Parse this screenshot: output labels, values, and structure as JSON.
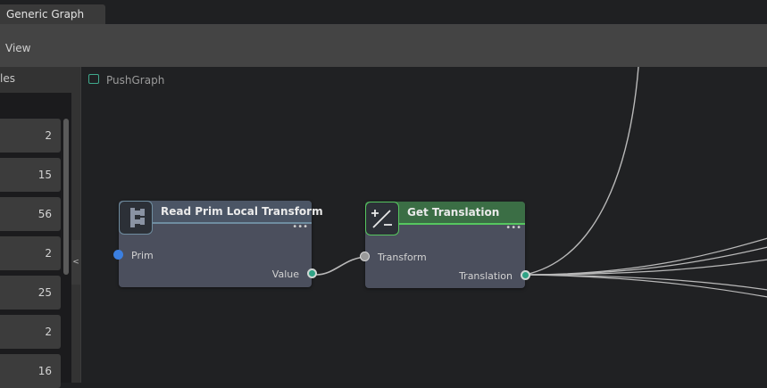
{
  "tab": {
    "title": "Generic Graph"
  },
  "menu": {
    "view": "View"
  },
  "left_panel": {
    "title": "les",
    "rows": [
      "2",
      "15",
      "56",
      "2",
      "25",
      "2",
      "16"
    ],
    "collapse_glyph": "<"
  },
  "graph": {
    "title": "PushGraph"
  },
  "nodes": {
    "read_prim": {
      "title": "Read Prim Local Transform",
      "input": "Prim",
      "output": "Value",
      "icon": "hierarchy-icon",
      "header_color": "#4b5565"
    },
    "get_translation": {
      "title": "Get Translation",
      "input": "Transform",
      "output": "Translation",
      "icon": "plus-minus-icon",
      "header_color": "#3b6e45"
    }
  },
  "menu_dots": "•••"
}
